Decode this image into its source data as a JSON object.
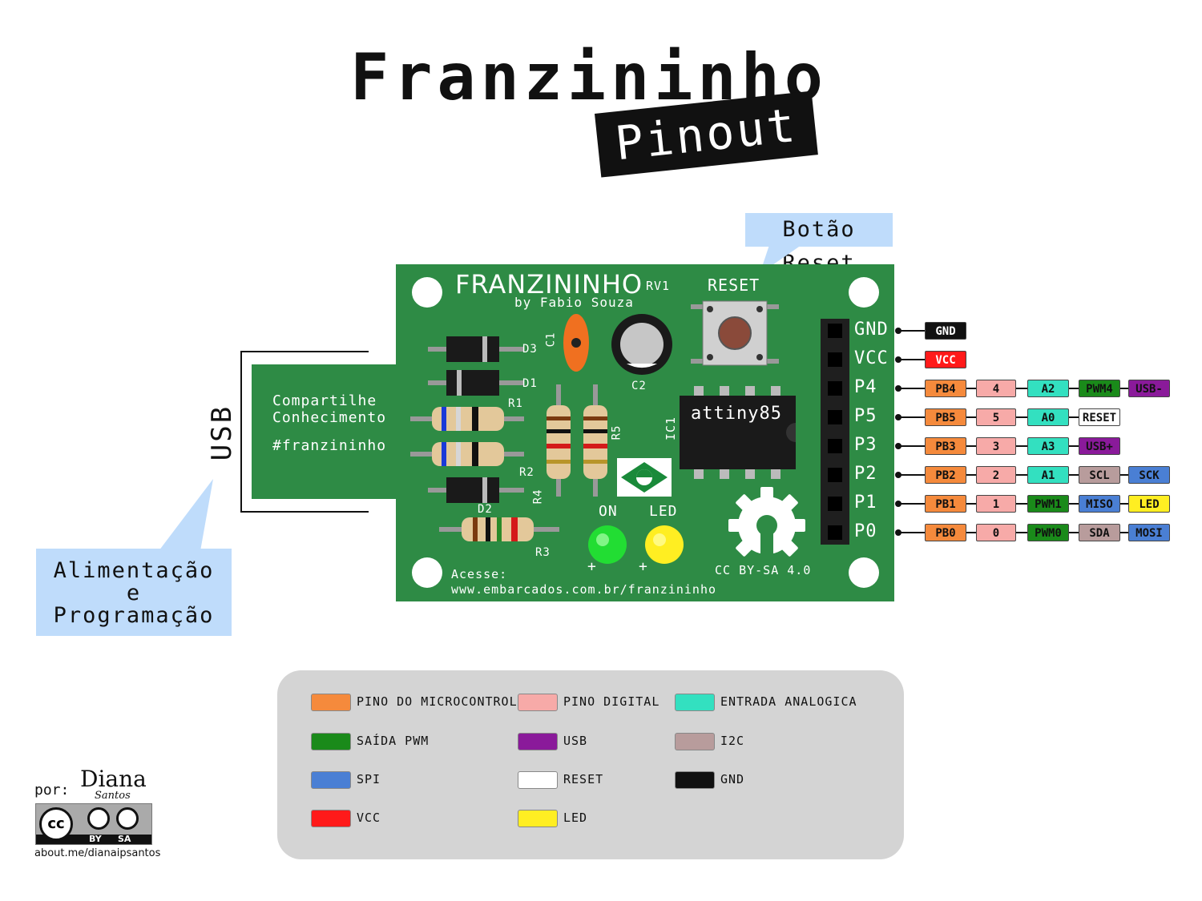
{
  "title": "Franzininho",
  "subtitle": "Pinout",
  "callouts": {
    "reset": "Botão Reset",
    "usb_lines": [
      "Alimentação",
      "e",
      "Programação"
    ]
  },
  "usb_label": "USB",
  "board": {
    "name": "FRANZININHO",
    "rev": "RV1",
    "author": "by Fabio Souza",
    "reset": "RESET",
    "tab_lines": [
      "Compartilhe",
      "Conhecimento"
    ],
    "hashtag": "#franzininho",
    "chip": "attiny85",
    "ic": "IC1",
    "on": "ON",
    "led": "LED",
    "plus": "+",
    "license": "CC BY-SA 4.0",
    "access": "Acesse:",
    "url": "www.embarcados.com.br/franzininho",
    "components": {
      "c1": "C1",
      "c2": "C2",
      "d1": "D1",
      "d2": "D2",
      "d3": "D3",
      "r1": "R1",
      "r2": "R2",
      "r3": "R3",
      "r4": "R4",
      "r5": "R5"
    }
  },
  "pins": [
    {
      "label": "GND",
      "tags": [
        {
          "text": "GND",
          "color": "#111111",
          "fg": "#ffffff"
        }
      ]
    },
    {
      "label": "VCC",
      "tags": [
        {
          "text": "VCC",
          "color": "#ff1a1a",
          "fg": "#ffffff"
        }
      ]
    },
    {
      "label": "P4",
      "tags": [
        {
          "text": "PB4",
          "color": "#f58a3c",
          "fg": "#111"
        },
        {
          "text": "4",
          "color": "#f7aaa8",
          "fg": "#111"
        },
        {
          "text": "A2",
          "color": "#33e0c0",
          "fg": "#111"
        },
        {
          "text": "PWM4",
          "color": "#1a8a1a",
          "fg": "#111"
        },
        {
          "text": "USB-",
          "color": "#8a1a9a",
          "fg": "#111"
        }
      ]
    },
    {
      "label": "P5",
      "tags": [
        {
          "text": "PB5",
          "color": "#f58a3c",
          "fg": "#111"
        },
        {
          "text": "5",
          "color": "#f7aaa8",
          "fg": "#111"
        },
        {
          "text": "A0",
          "color": "#33e0c0",
          "fg": "#111"
        },
        {
          "text": "RESET",
          "color": "#ffffff",
          "fg": "#111"
        }
      ]
    },
    {
      "label": "P3",
      "tags": [
        {
          "text": "PB3",
          "color": "#f58a3c",
          "fg": "#111"
        },
        {
          "text": "3",
          "color": "#f7aaa8",
          "fg": "#111"
        },
        {
          "text": "A3",
          "color": "#33e0c0",
          "fg": "#111"
        },
        {
          "text": "USB+",
          "color": "#8a1a9a",
          "fg": "#111"
        }
      ]
    },
    {
      "label": "P2",
      "tags": [
        {
          "text": "PB2",
          "color": "#f58a3c",
          "fg": "#111"
        },
        {
          "text": "2",
          "color": "#f7aaa8",
          "fg": "#111"
        },
        {
          "text": "A1",
          "color": "#33e0c0",
          "fg": "#111"
        },
        {
          "text": "SCL",
          "color": "#b89c9c",
          "fg": "#111"
        },
        {
          "text": "SCK",
          "color": "#4a7fd4",
          "fg": "#111"
        }
      ]
    },
    {
      "label": "P1",
      "tags": [
        {
          "text": "PB1",
          "color": "#f58a3c",
          "fg": "#111"
        },
        {
          "text": "1",
          "color": "#f7aaa8",
          "fg": "#111"
        },
        {
          "text": "PWM1",
          "color": "#1a8a1a",
          "fg": "#111"
        },
        {
          "text": "MISO",
          "color": "#4a7fd4",
          "fg": "#111"
        },
        {
          "text": "LED",
          "color": "#ffee22",
          "fg": "#111"
        }
      ]
    },
    {
      "label": "P0",
      "tags": [
        {
          "text": "PB0",
          "color": "#f58a3c",
          "fg": "#111"
        },
        {
          "text": "0",
          "color": "#f7aaa8",
          "fg": "#111"
        },
        {
          "text": "PWM0",
          "color": "#1a8a1a",
          "fg": "#111"
        },
        {
          "text": "SDA",
          "color": "#b89c9c",
          "fg": "#111"
        },
        {
          "text": "MOSI",
          "color": "#4a7fd4",
          "fg": "#111"
        }
      ]
    }
  ],
  "legend": [
    {
      "label": "PINO DO MICROCONTROLADOR",
      "color": "#f58a3c"
    },
    {
      "label": "PINO DIGITAL",
      "color": "#f7aaa8"
    },
    {
      "label": "ENTRADA ANALOGICA",
      "color": "#33e0c0"
    },
    {
      "label": "SAÍDA PWM",
      "color": "#1a8a1a"
    },
    {
      "label": "USB",
      "color": "#8a1a9a"
    },
    {
      "label": "I2C",
      "color": "#b89c9c"
    },
    {
      "label": "SPI",
      "color": "#4a7fd4"
    },
    {
      "label": "RESET",
      "color": "#ffffff"
    },
    {
      "label": "GND",
      "color": "#111111"
    },
    {
      "label": "VCC",
      "color": "#ff1a1a"
    },
    {
      "label": "LED",
      "color": "#ffee22"
    }
  ],
  "credit": {
    "por": "por:",
    "name": "Diana",
    "surname": "Santos",
    "cc": "cc",
    "by": "BY",
    "sa": "SA",
    "url": "about.me/dianaipsantos"
  }
}
